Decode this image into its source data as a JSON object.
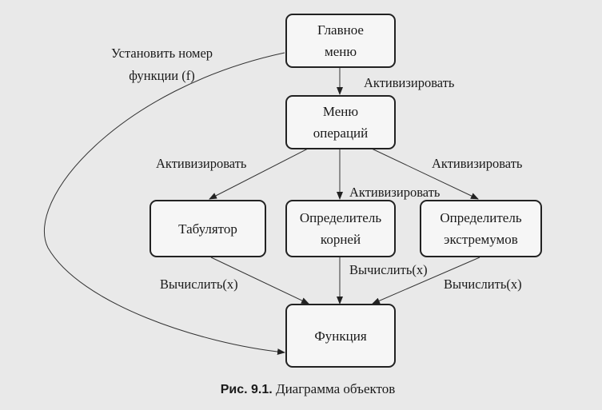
{
  "nodes": {
    "main_menu": "Главное меню",
    "operations_menu": "Меню операций",
    "tabulator": "Табулятор",
    "root_finder": "Определитель корней",
    "extremum_finder": "Определитель экстремумов",
    "function": "Функция"
  },
  "edges": {
    "set_function": "Установить номер функции (f)",
    "activate_ops": "Активизировать",
    "activate_tab": "Активизировать",
    "activate_roots": "Активизировать",
    "activate_extr": "Активизировать",
    "compute_tab": "Вычислить(x)",
    "compute_roots": "Вычислить(x)",
    "compute_extr": "Вычислить(x)"
  },
  "caption": {
    "number": "Рис. 9.1.",
    "text": "Диаграмма объектов"
  }
}
